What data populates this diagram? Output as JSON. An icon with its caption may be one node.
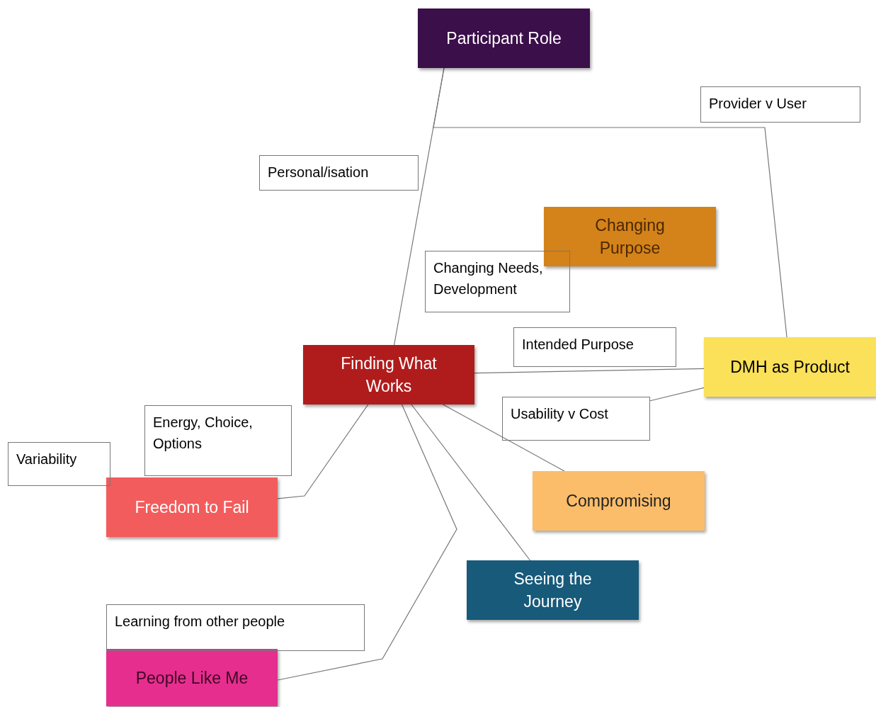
{
  "diagram": {
    "nodes": [
      {
        "text": [
          "Participant Role"
        ]
      },
      {
        "text": [
          "Provider v User"
        ]
      },
      {
        "text": [
          "Personal/isation"
        ]
      },
      {
        "text": [
          "Changing Purpose"
        ]
      },
      {
        "text": [
          "Changing Needs, Development"
        ]
      },
      {
        "text": [
          "Intended Purpose"
        ]
      },
      {
        "text": [
          "Finding What Works"
        ]
      },
      {
        "text": [
          "DMH as Product"
        ]
      },
      {
        "text": [
          "Usability v Cost"
        ]
      },
      {
        "text": [
          "Energy, Choice, Options"
        ]
      },
      {
        "text": [
          "Variability"
        ]
      },
      {
        "text": [
          "Freedom to Fail"
        ]
      },
      {
        "text": [
          "Compromising"
        ]
      },
      {
        "text": [
          "Seeing the Journey"
        ]
      },
      {
        "text": [
          "Learning from other people"
        ]
      },
      {
        "text": [
          "People Like Me"
        ]
      }
    ],
    "edges": [
      {
        "from": 0,
        "to": 6,
        "arrow": "none"
      },
      {
        "from": 0,
        "to": 7,
        "arrow": "none"
      },
      {
        "from": 6,
        "to": 7,
        "arrow": "none"
      },
      {
        "from": 7,
        "to": 8,
        "arrow": "none"
      },
      {
        "from": 6,
        "to": 12,
        "arrow": "none"
      },
      {
        "from": 6,
        "to": 13,
        "arrow": "none"
      },
      {
        "from": 15,
        "to": 6,
        "arrow": "none"
      },
      {
        "from": 6,
        "to": 11,
        "arrow": "none"
      }
    ]
  }
}
